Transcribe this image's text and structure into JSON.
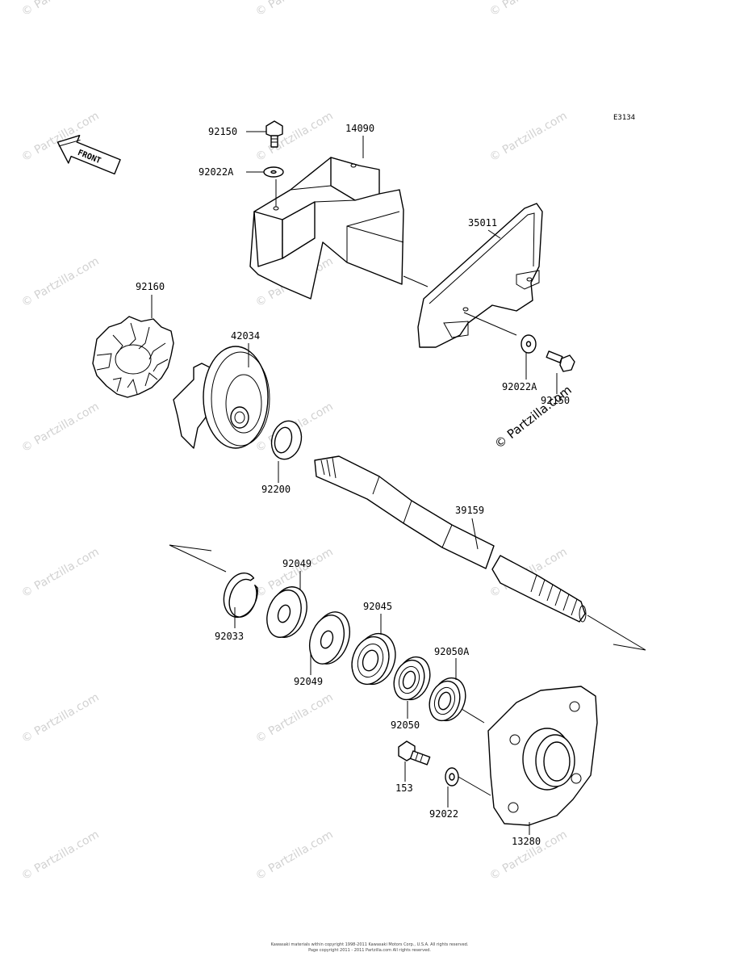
{
  "diagram_code": "E3134",
  "front_arrow_label": "FRONT",
  "watermark": "© Partzilla.com",
  "callouts": {
    "bolt_top": "92150",
    "washer_top": "92022A",
    "cover": "14090",
    "bracket": "35011",
    "damper": "92160",
    "impeller": "42034",
    "washer_bracket": "92022A",
    "bolt_bracket": "92150",
    "spacer": "92200",
    "shaft": "39159",
    "ring_1": "92049",
    "ring_2": "92049",
    "circlip": "92033",
    "bearing_1": "92045",
    "bearing_2": "92050",
    "seal": "92050A",
    "fitting": "153",
    "washer_small": "92022",
    "housing": "13280"
  },
  "footer": {
    "line1": "Kawasaki materials within copyright 1998-2011 Kawasaki Motors Corp., U.S.A. All rights reserved.",
    "line2": "Page copyright 2011 - 2011 Partzilla.com All rights reserved."
  }
}
